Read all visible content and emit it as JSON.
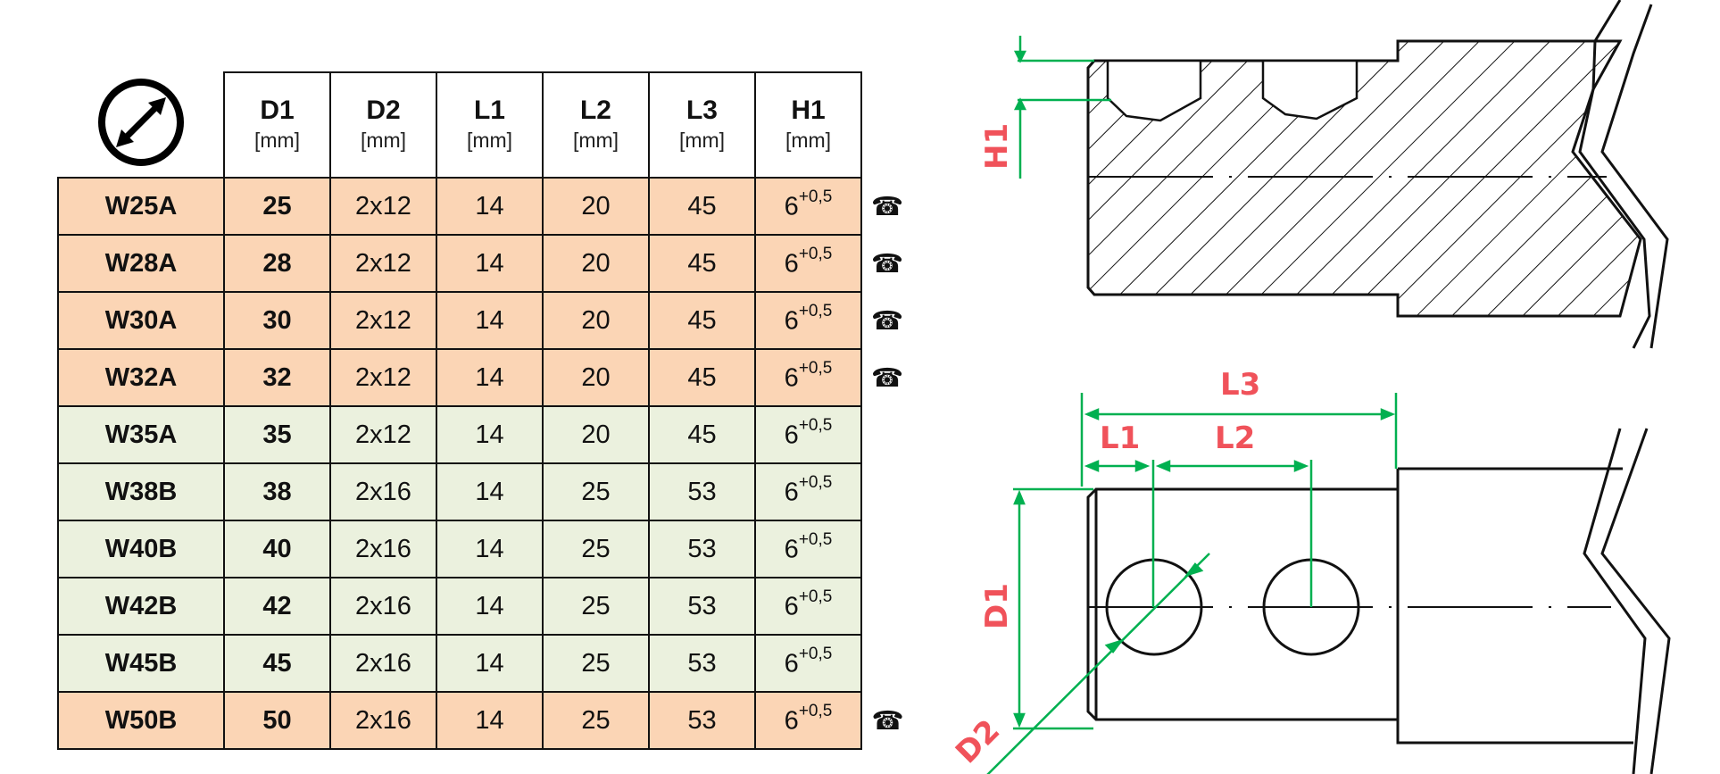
{
  "table": {
    "headers": [
      {
        "name": "D1",
        "unit": "[mm]"
      },
      {
        "name": "D2",
        "unit": "[mm]"
      },
      {
        "name": "L1",
        "unit": "[mm]"
      },
      {
        "name": "L2",
        "unit": "[mm]"
      },
      {
        "name": "L3",
        "unit": "[mm]"
      },
      {
        "name": "H1",
        "unit": "[mm]"
      }
    ],
    "diameter_icon": "diameter-arrow-icon",
    "phone_icon": "☎",
    "rows": [
      {
        "code": "W25A",
        "d1": "25",
        "d2": "2x12",
        "l1": "14",
        "l2": "20",
        "l3": "45",
        "h1": "6",
        "h1_tol": "+0,5",
        "color": "orange",
        "phone": true
      },
      {
        "code": "W28A",
        "d1": "28",
        "d2": "2x12",
        "l1": "14",
        "l2": "20",
        "l3": "45",
        "h1": "6",
        "h1_tol": "+0,5",
        "color": "orange",
        "phone": true
      },
      {
        "code": "W30A",
        "d1": "30",
        "d2": "2x12",
        "l1": "14",
        "l2": "20",
        "l3": "45",
        "h1": "6",
        "h1_tol": "+0,5",
        "color": "orange",
        "phone": true
      },
      {
        "code": "W32A",
        "d1": "32",
        "d2": "2x12",
        "l1": "14",
        "l2": "20",
        "l3": "45",
        "h1": "6",
        "h1_tol": "+0,5",
        "color": "orange",
        "phone": true
      },
      {
        "code": "W35A",
        "d1": "35",
        "d2": "2x12",
        "l1": "14",
        "l2": "20",
        "l3": "45",
        "h1": "6",
        "h1_tol": "+0,5",
        "color": "green",
        "phone": false
      },
      {
        "code": "W38B",
        "d1": "38",
        "d2": "2x16",
        "l1": "14",
        "l2": "25",
        "l3": "53",
        "h1": "6",
        "h1_tol": "+0,5",
        "color": "green",
        "phone": false
      },
      {
        "code": "W40B",
        "d1": "40",
        "d2": "2x16",
        "l1": "14",
        "l2": "25",
        "l3": "53",
        "h1": "6",
        "h1_tol": "+0,5",
        "color": "green",
        "phone": false
      },
      {
        "code": "W42B",
        "d1": "42",
        "d2": "2x16",
        "l1": "14",
        "l2": "25",
        "l3": "53",
        "h1": "6",
        "h1_tol": "+0,5",
        "color": "green",
        "phone": false
      },
      {
        "code": "W45B",
        "d1": "45",
        "d2": "2x16",
        "l1": "14",
        "l2": "25",
        "l3": "53",
        "h1": "6",
        "h1_tol": "+0,5",
        "color": "green",
        "phone": false
      },
      {
        "code": "W50B",
        "d1": "50",
        "d2": "2x16",
        "l1": "14",
        "l2": "25",
        "l3": "53",
        "h1": "6",
        "h1_tol": "+0,5",
        "color": "orange",
        "phone": true
      }
    ]
  },
  "drawing": {
    "labels": {
      "h1": "H1",
      "l1": "L1",
      "l2": "L2",
      "l3": "L3",
      "d1": "D1",
      "d2": "D2"
    },
    "colors": {
      "dimension_line": "#00b050",
      "label": "#f0525a",
      "row_orange": "#fbd5b5",
      "row_green": "#ebf1de",
      "code": "#ff0000",
      "phone": "#e46c0a"
    }
  }
}
